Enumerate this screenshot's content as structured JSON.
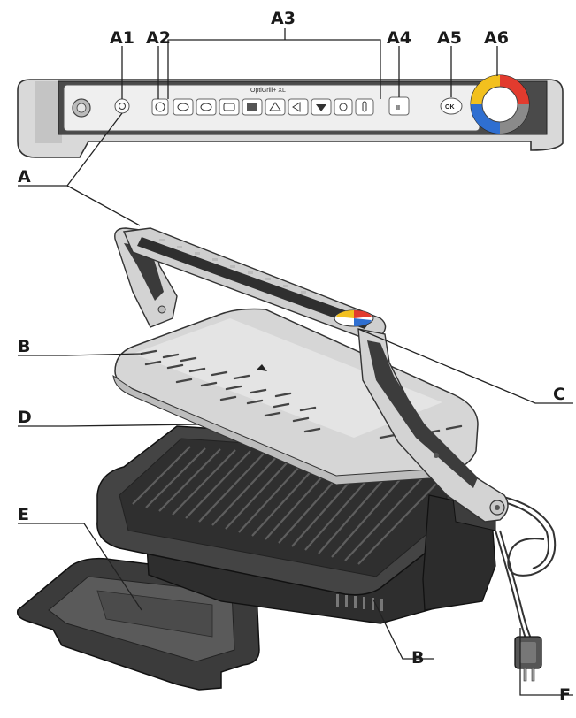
{
  "labels": {
    "a1": "A1",
    "a2": "A2",
    "a3": "A3",
    "a4": "A4",
    "a5": "A5",
    "a6": "A6",
    "a": "A",
    "b_top": "B",
    "b_bottom": "B",
    "c": "C",
    "d": "D",
    "e": "E",
    "f": "F"
  },
  "panel": {
    "product_name": "OptiGrill+ XL",
    "pause_button": "II",
    "ok_button": "OK"
  }
}
